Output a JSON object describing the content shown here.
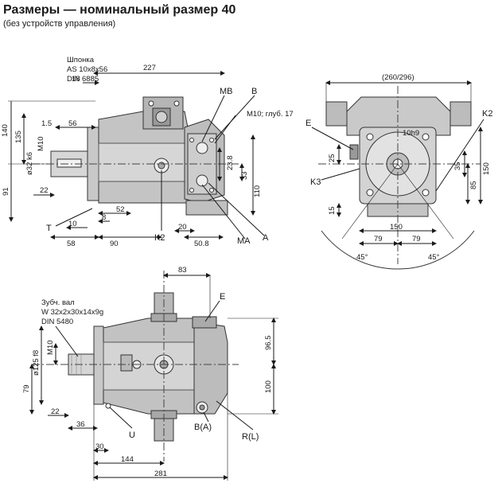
{
  "heading": {
    "title": "Размеры — номинальный размер 40",
    "subtitle": "(без устройств управления)"
  },
  "side_view": {
    "key_note": [
      "Шпонка",
      "AS 10x8x56",
      "DIN 6885"
    ],
    "thread_note": "M10; глуб. 17",
    "dims": {
      "d227": "227",
      "d18": "18",
      "d140": "140",
      "d135": "135",
      "d1_5": "1.5",
      "d56": "56",
      "dm10": "M10",
      "d32k6": "ø32 k6",
      "d91": "91",
      "d22": "22",
      "d10": "10",
      "d8": "8",
      "d52": "52",
      "d58": "58",
      "d90": "90",
      "d20": "20",
      "d50_8": "50.8",
      "d23_8": "23.8",
      "d33": "33",
      "d110": "110"
    },
    "labels": {
      "mb": "MB",
      "b": "B",
      "t": "T",
      "k2": "K2",
      "ma": "MA",
      "a": "A"
    }
  },
  "end_view": {
    "dims": {
      "d260": "(260/296)",
      "d10h9": "10h9",
      "d25": "25",
      "d35": "35",
      "d150v": "150",
      "d85": "85",
      "d15": "15",
      "d150h": "150",
      "d79l": "79",
      "d79r": "79",
      "a45l": "45°",
      "a45r": "45°"
    },
    "labels": {
      "e": "E",
      "k2": "K2",
      "k3": "K3"
    }
  },
  "bottom_view": {
    "spline_note": [
      "Зубч. вал",
      "W 32x2x30x14x9g",
      "DIN 5480"
    ],
    "dims": {
      "d83": "83",
      "d125": "ø125 f8",
      "dm10": "M10",
      "d79": "79",
      "d96_5": "96.5",
      "d100": "100",
      "d22": "22",
      "d36": "36",
      "d30": "30",
      "d144": "144",
      "d281": "281"
    },
    "labels": {
      "e": "E",
      "u": "U",
      "b": "B(A)",
      "r": "R(L)"
    }
  }
}
